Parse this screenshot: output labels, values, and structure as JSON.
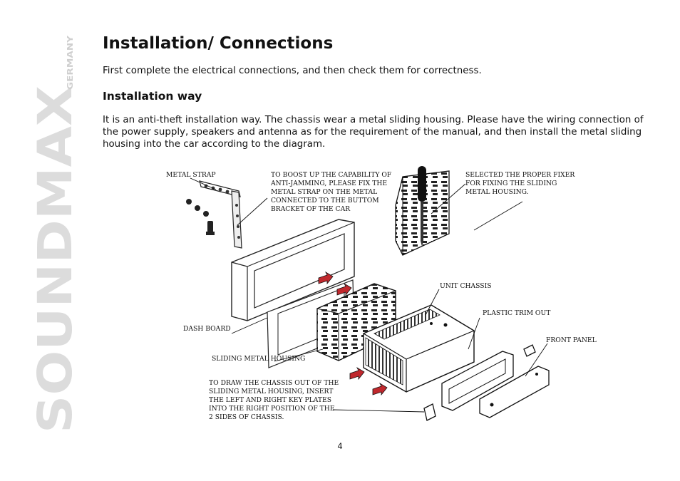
{
  "brand": {
    "name": "SOUNDMAX",
    "country": "GERMANY"
  },
  "page": {
    "title": "Installation/ Connections",
    "intro": "First complete the electrical connections, and then check them for correctness.",
    "section_title": "Installation way",
    "paragraph": "It is an anti-theft installation way. The chassis wear a metal sliding housing. Please have the wiring connection of the power supply, speakers and antenna as for the requirement of the manual, and then install the metal sliding housing into the car according to the diagram.",
    "page_number": "4"
  },
  "diagram": {
    "arrow_color": "#c0282d",
    "labels": {
      "metal_strap": "METAL STRAP",
      "boost_1": "TO BOOST UP THE CAPABILITY OF",
      "boost_2": "ANTI-JAMMING, PLEASE FIX THE",
      "boost_3": "METAL STRAP ON THE METAL",
      "boost_4": "CONNECTED TO THE BUTTOM",
      "boost_5": "BRACKET OF THE CAR",
      "fixer_1": "SELECTED THE PROPER FIXER",
      "fixer_2": "FOR FIXING THE SLIDING",
      "fixer_3": "METAL HOUSING.",
      "unit_chassis": "UNIT CHASSIS",
      "plastic_trim": "PLASTIC TRIM OUT",
      "front_panel": "FRONT PANEL",
      "dash_board": "DASH BOARD",
      "sliding_housing": "SLIDING METAL HOUSING",
      "draw_1": "TO DRAW THE CHASSIS OUT OF THE",
      "draw_2": "SLIDING METAL HOUSING, INSERT",
      "draw_3": "THE LEFT AND RIGHT KEY PLATES",
      "draw_4": "INTO THE RIGHT POSITION OF THE",
      "draw_5": "2 SIDES OF CHASSIS."
    }
  }
}
